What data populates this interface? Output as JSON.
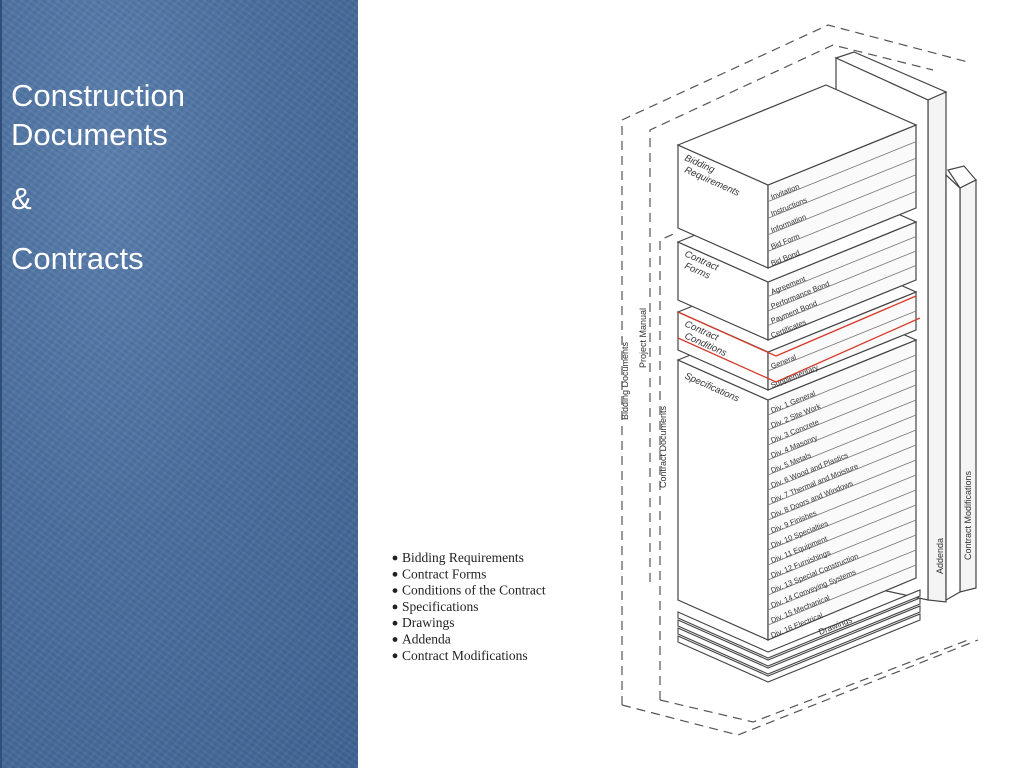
{
  "slide": {
    "title_lines": [
      "Construction",
      "Documents",
      "&",
      "Contracts"
    ]
  },
  "diagram": {
    "side_labels": {
      "bidding_documents": "Bidding Documents",
      "project_manual": "Project Manual",
      "contract_documents": "Contract Documents",
      "addenda": "Addenda",
      "contract_modifications": "Contract Modifications"
    },
    "blocks": {
      "bidding_requirements": {
        "label_lines": [
          "Bidding",
          "Requirements"
        ],
        "items": [
          "Invitation",
          "Instructions",
          "Information",
          "Bid Form",
          "Bid Bond"
        ]
      },
      "contract_forms": {
        "label_lines": [
          "Contract",
          "Forms"
        ],
        "items": [
          "Agreement",
          "Performance Bond",
          "Payment Bond",
          "Certificates"
        ]
      },
      "contract_conditions": {
        "label_lines": [
          "Contract",
          "Conditions"
        ],
        "items": [
          "General",
          "Supplementary"
        ]
      },
      "specifications": {
        "label": "Specifications",
        "items": [
          "Div. 1 General",
          "Div. 2 Site Work",
          "Div. 3 Concrete",
          "Div. 4 Masonry",
          "Div. 5 Metals",
          "Div. 6 Wood and Plastics",
          "Div. 7 Thermal and Moisture",
          "Div. 8 Doors and Windows",
          "Div. 9 Finishes",
          "Div. 10 Specialties",
          "Div. 11 Equipment",
          "Div. 12 Furnishings",
          "Div. 13 Special Construction",
          "Div. 14 Conveying Systems",
          "Div. 15 Mechanical",
          "Div. 16 Electrical"
        ]
      },
      "drawings": {
        "label": "Drawings"
      }
    },
    "legend": [
      "Bidding Requirements",
      "Contract Forms",
      "Conditions of the Contract",
      "Specifications",
      "Drawings",
      "Addenda",
      "Contract Modifications"
    ],
    "colors": {
      "highlight": "#d63a2a",
      "line": "#444444"
    }
  }
}
